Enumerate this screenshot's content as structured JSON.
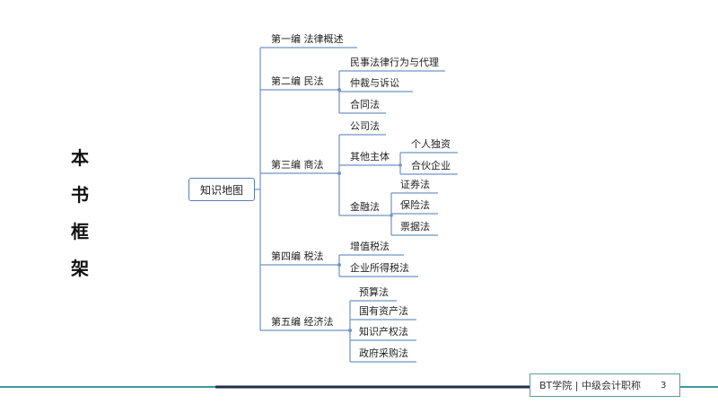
{
  "side_title": [
    "本",
    "书",
    "框",
    "架"
  ],
  "root": "知识地图",
  "branches": [
    {
      "label": "第一编  法律概述",
      "children": []
    },
    {
      "label": "第二编 民法",
      "children": [
        "民事法律行为与代理",
        "仲裁与诉讼",
        "合同法"
      ]
    },
    {
      "label": "第三编 商法",
      "children": [
        "公司法",
        "其他主体",
        "金融法"
      ],
      "sub": {
        "其他主体": [
          "个人独资",
          "合伙企业"
        ],
        "金融法": [
          "证券法",
          "保险法",
          "票据法"
        ]
      }
    },
    {
      "label": "第四编 税法",
      "children": [
        "增值税法",
        "企业所得税法"
      ]
    },
    {
      "label": "第五编 经济法",
      "children": [
        "预算法",
        "国有资产法",
        "知识产权法",
        "政府采购法"
      ]
    }
  ],
  "footer": {
    "text": "BT学院 | 中级会计职称",
    "page": "3"
  },
  "colors": {
    "line": "#6f93c4",
    "footer_line": "#3f9a9a",
    "footer_dark": "#1f2f4f"
  }
}
